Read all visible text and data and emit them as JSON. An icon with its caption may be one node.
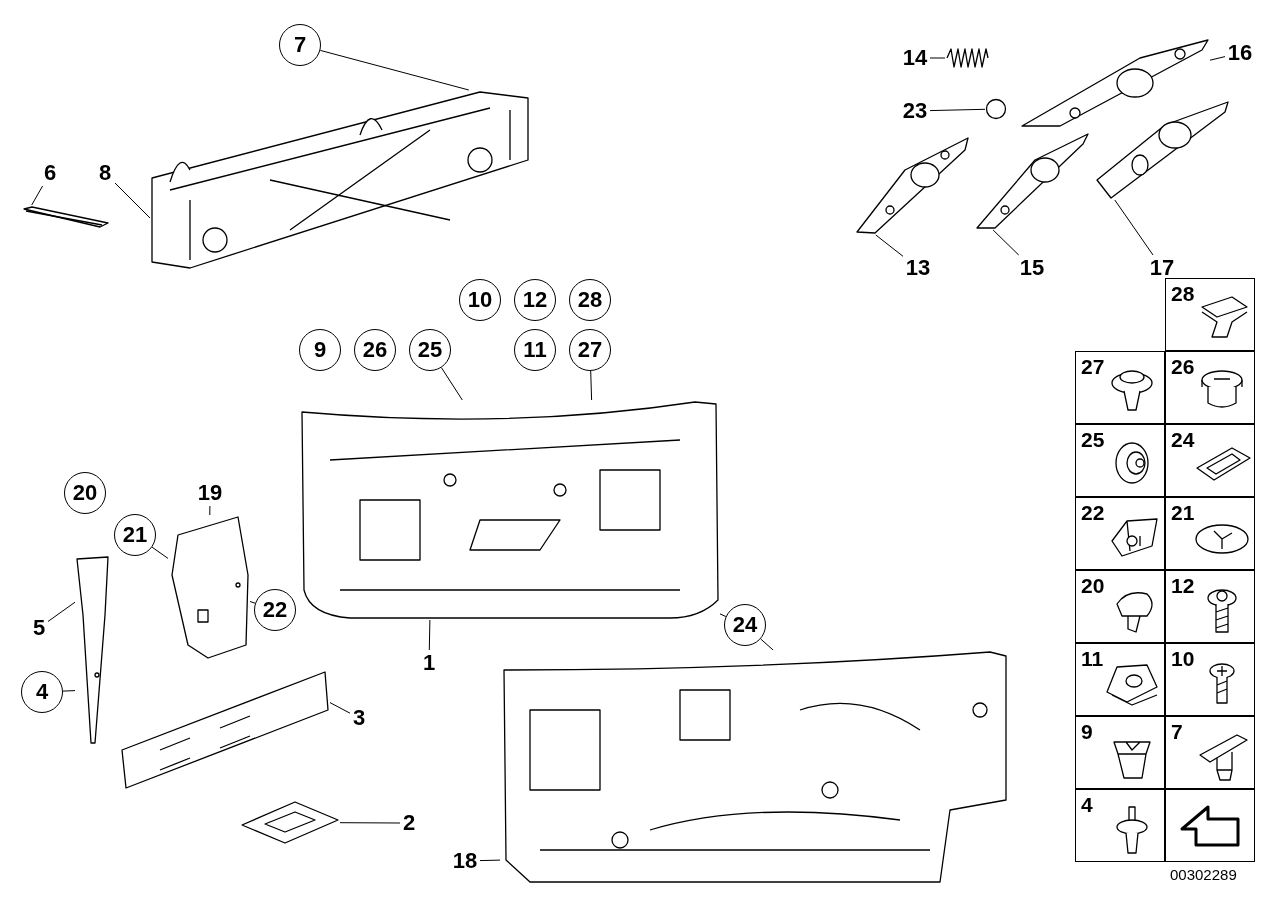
{
  "diagram": {
    "nodes": [
      {
        "text": [
          "7"
        ]
      },
      {
        "text": [
          "6"
        ]
      },
      {
        "text": [
          "8"
        ]
      },
      {
        "text": [],
        "shape": "picture"
      },
      {
        "text": [],
        "shape": "picture"
      },
      {
        "text": [
          "28"
        ]
      },
      {
        "text": [
          "12"
        ]
      },
      {
        "text": [
          "10"
        ]
      },
      {
        "text": [
          "26"
        ]
      },
      {
        "text": [
          "11"
        ]
      },
      {
        "text": [
          "27"
        ]
      },
      {
        "text": [
          "9"
        ]
      },
      {
        "text": [
          "25"
        ]
      },
      {
        "text": [
          "14"
        ]
      },
      {
        "text": [],
        "shape": "picture"
      },
      {
        "text": [
          "16"
        ]
      },
      {
        "text": [
          "23"
        ]
      },
      {
        "text": [],
        "shape": "circle"
      },
      {
        "text": [],
        "shape": "picture"
      },
      {
        "text": [],
        "shape": "picture"
      },
      {
        "text": [],
        "shape": "picture"
      },
      {
        "text": [],
        "shape": "picture"
      },
      {
        "text": [
          "13"
        ]
      },
      {
        "text": [
          "15"
        ]
      },
      {
        "text": [
          "17"
        ]
      },
      {
        "text": [],
        "shape": "picture"
      },
      {
        "text": [
          "20"
        ]
      },
      {
        "text": [
          "21"
        ]
      },
      {
        "text": [
          "19"
        ]
      },
      {
        "text": [],
        "shape": "picture"
      },
      {
        "text": [
          "24"
        ]
      },
      {
        "text": [
          "22"
        ]
      },
      {
        "text": [
          "5"
        ]
      },
      {
        "text": [],
        "shape": "picture"
      },
      {
        "text": [
          "4"
        ]
      },
      {
        "text": [
          "1"
        ]
      },
      {
        "text": [
          "3"
        ]
      },
      {
        "text": [],
        "shape": "picture"
      },
      {
        "text": [],
        "shape": "picture"
      },
      {
        "text": [],
        "shape": "picture"
      },
      {
        "text": [
          "2"
        ]
      },
      {
        "text": [
          "18"
        ]
      },
      {
        "text": [
          "28"
        ]
      },
      {
        "text": [
          "27"
        ]
      },
      {
        "text": [
          "26"
        ]
      },
      {
        "text": [
          "25"
        ]
      },
      {
        "text": [
          "24"
        ]
      },
      {
        "text": [
          "22"
        ]
      },
      {
        "text": [
          "21"
        ]
      },
      {
        "text": [
          "20"
        ]
      },
      {
        "text": [
          "12"
        ]
      },
      {
        "text": [
          "11"
        ]
      },
      {
        "text": [
          "10"
        ]
      },
      {
        "text": [
          "9"
        ]
      },
      {
        "text": [
          "7"
        ]
      },
      {
        "text": [
          "4"
        ]
      },
      {
        "text": [],
        "shape": "box"
      }
    ],
    "edges": [
      {
        "from": 0,
        "to": 4,
        "arrow": "none"
      },
      {
        "from": 1,
        "to": 3,
        "arrow": "none"
      },
      {
        "from": 2,
        "to": 4,
        "arrow": "none"
      },
      {
        "from": 12,
        "to": 25,
        "arrow": "none"
      },
      {
        "from": 10,
        "to": 25,
        "arrow": "none"
      },
      {
        "from": 13,
        "to": 14,
        "arrow": "none"
      },
      {
        "from": 15,
        "to": 18,
        "arrow": "none"
      },
      {
        "from": 16,
        "to": 17,
        "arrow": "none"
      },
      {
        "from": 22,
        "to": 19,
        "arrow": "none"
      },
      {
        "from": 23,
        "to": 20,
        "arrow": "none"
      },
      {
        "from": 24,
        "to": 21,
        "arrow": "none"
      },
      {
        "from": 27,
        "to": 29,
        "arrow": "none"
      },
      {
        "from": 28,
        "to": 29,
        "arrow": "none"
      },
      {
        "from": 30,
        "to": 25,
        "arrow": "none"
      },
      {
        "from": 30,
        "to": 38,
        "arrow": "none"
      },
      {
        "from": 31,
        "to": 29,
        "arrow": "none"
      },
      {
        "from": 32,
        "to": 33,
        "arrow": "none"
      },
      {
        "from": 34,
        "to": 33,
        "arrow": "none"
      },
      {
        "from": 35,
        "to": 25,
        "arrow": "none"
      },
      {
        "from": 36,
        "to": 37,
        "arrow": "none"
      },
      {
        "from": 40,
        "to": 39,
        "arrow": "none"
      },
      {
        "from": 41,
        "to": 38,
        "arrow": "none"
      }
    ],
    "labels": [
      "00302289"
    ]
  }
}
